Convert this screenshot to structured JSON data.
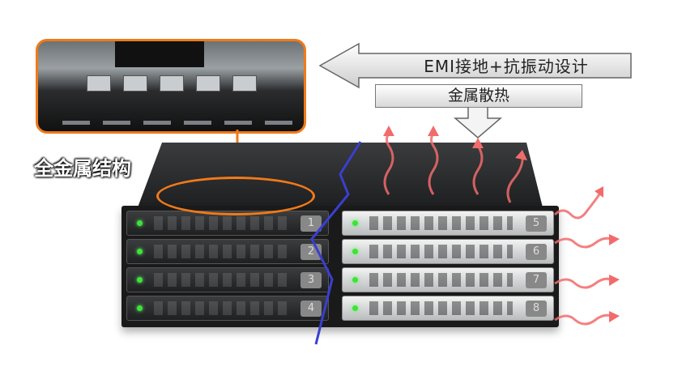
{
  "callout_title": "全金属结构",
  "emi_label": "EMI接地+抗振动设计",
  "heat_label": "金属散热",
  "bays": {
    "left": [
      "1",
      "2",
      "3",
      "4"
    ],
    "right": [
      "5",
      "6",
      "7",
      "8"
    ]
  },
  "colors": {
    "accent": "#f07a1a",
    "led": "#3fe23a",
    "heat": "#f26b6b",
    "zigzag": "#3a3fd0"
  }
}
